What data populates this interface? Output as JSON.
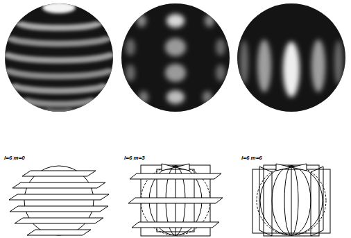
{
  "diagram": {
    "labels": [
      "l=6 m=0",
      "l=6 m=3",
      "l=6 m=6"
    ]
  }
}
